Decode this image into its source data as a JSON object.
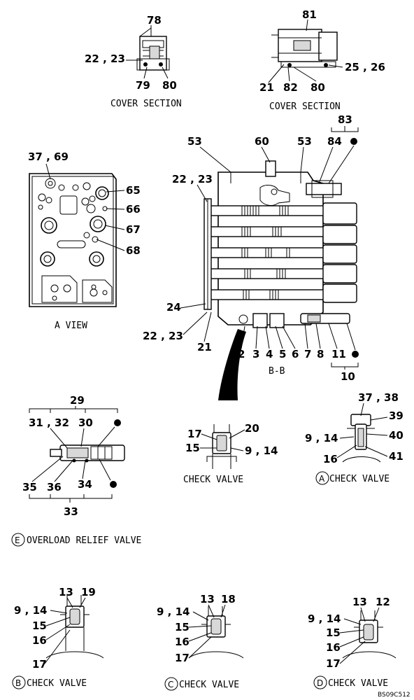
{
  "captions": {
    "cover1": "COVER SECTION",
    "cover2": "COVER SECTION",
    "aview": "A VIEW",
    "bb": "B-B",
    "check_plain": "CHECK VALVE",
    "check_a": "CHECK VALVE",
    "check_b": "CHECK VALVE",
    "check_c": "CHECK VALVE",
    "check_d": "CHECK VALVE",
    "overload": "OVERLOAD RELIEF VALVE"
  },
  "circle_letters": {
    "a": "A",
    "b": "B",
    "c": "C",
    "d": "D",
    "e": "E"
  },
  "labels": {
    "cover1": {
      "n78": "78",
      "n22_23": "22 , 23",
      "n79": "79",
      "n80": "80"
    },
    "cover2": {
      "n81": "81",
      "n25_26": "25 , 26",
      "n21": "21",
      "n82": "82",
      "n80": "80"
    },
    "aview": {
      "n37_69": "37 , 69",
      "n65": "65",
      "n66": "66",
      "n67": "67",
      "n68": "68"
    },
    "main": {
      "n83": "83",
      "n53a": "53",
      "n60": "60",
      "n53b": "53",
      "n84": "84",
      "n22_23a": "22 , 23",
      "n24": "24",
      "n22_23b": "22 , 23",
      "n21": "21",
      "n2": "2",
      "n3": "3",
      "n4": "4",
      "n5": "5",
      "n6": "6",
      "n7": "7",
      "n8": "8",
      "n11": "11",
      "n10": "10"
    },
    "overload": {
      "n29": "29",
      "n31_32": "31 , 32",
      "n30": "30",
      "n35": "35",
      "n36": "36",
      "n34": "34",
      "n33": "33"
    },
    "check_plain": {
      "n17": "17",
      "n20": "20",
      "n15": "15",
      "n9_14": "9 , 14"
    },
    "check_a": {
      "n37_38": "37 , 38",
      "n39": "39",
      "n9_14": "9 , 14",
      "n40": "40",
      "n16": "16",
      "n41": "41"
    },
    "check_b": {
      "n13": "13",
      "n19": "19",
      "n9_14": "9 , 14",
      "n15": "15",
      "n16": "16",
      "n17": "17"
    },
    "check_c": {
      "n13": "13",
      "n18": "18",
      "n9_14": "9 , 14",
      "n15": "15",
      "n16": "16",
      "n17": "17"
    },
    "check_d": {
      "n13": "13",
      "n12": "12",
      "n9_14": "9 , 14",
      "n15": "15",
      "n16": "16",
      "n17": "17"
    }
  },
  "drawing_id": "BS09C512"
}
